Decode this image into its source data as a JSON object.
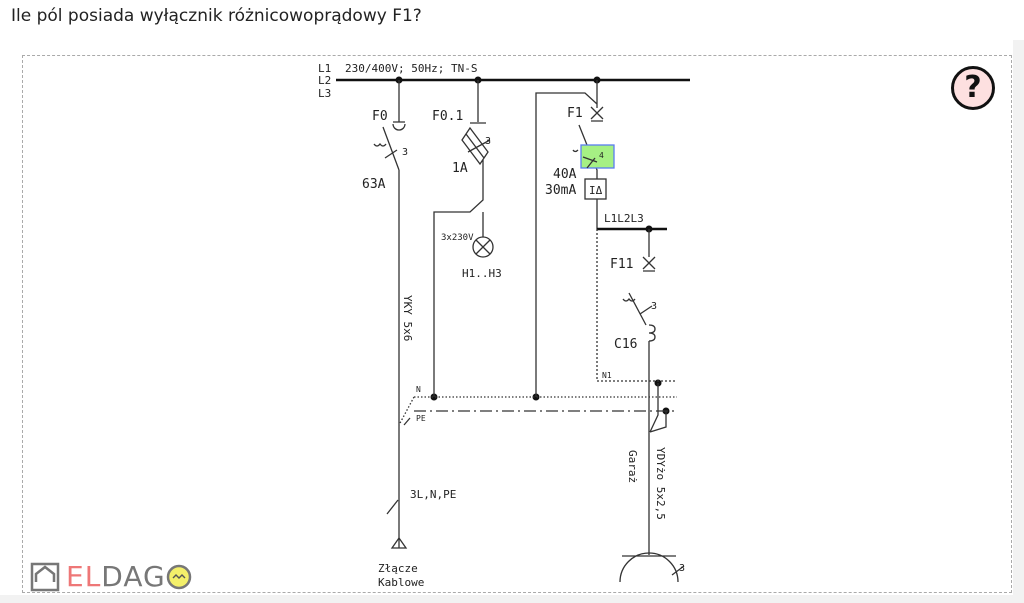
{
  "question": "Ile pól posiada wyłącznik różnicowoprądowy F1?",
  "help_label": "?",
  "logo": {
    "el": "EL",
    "dago": "DAG",
    "o": "O"
  },
  "diagram": {
    "l1": "L1",
    "l2": "L2",
    "l3": "L3",
    "supply": "230/400V; 50Hz; TN-S",
    "f0": "F0",
    "f0_rating": "63A",
    "f0_poles": "3",
    "f01": "F0.1",
    "f01_rating": "1A",
    "f01_poles": "3",
    "lamp_voltage": "3x230V",
    "lamps": "H1..H3",
    "f1": "F1",
    "f1_rating": "40A",
    "f1_sens": "30mA",
    "f1_symbol": "IΔ",
    "f1_poles": "4",
    "bus": "L1L2L3",
    "f11": "F11",
    "f11_poles": "3",
    "f11_rating": "C16",
    "n1": "N1",
    "n": "N",
    "pe": "PE",
    "cable_main": "YKY 5x6",
    "cable_conductors": "3L,N,PE",
    "connector_1": "Złącze",
    "connector_2": "Kablowe",
    "garage": "Garaż",
    "cable_garage": "YDYżo 5x2,5",
    "socket_poles": "3"
  }
}
